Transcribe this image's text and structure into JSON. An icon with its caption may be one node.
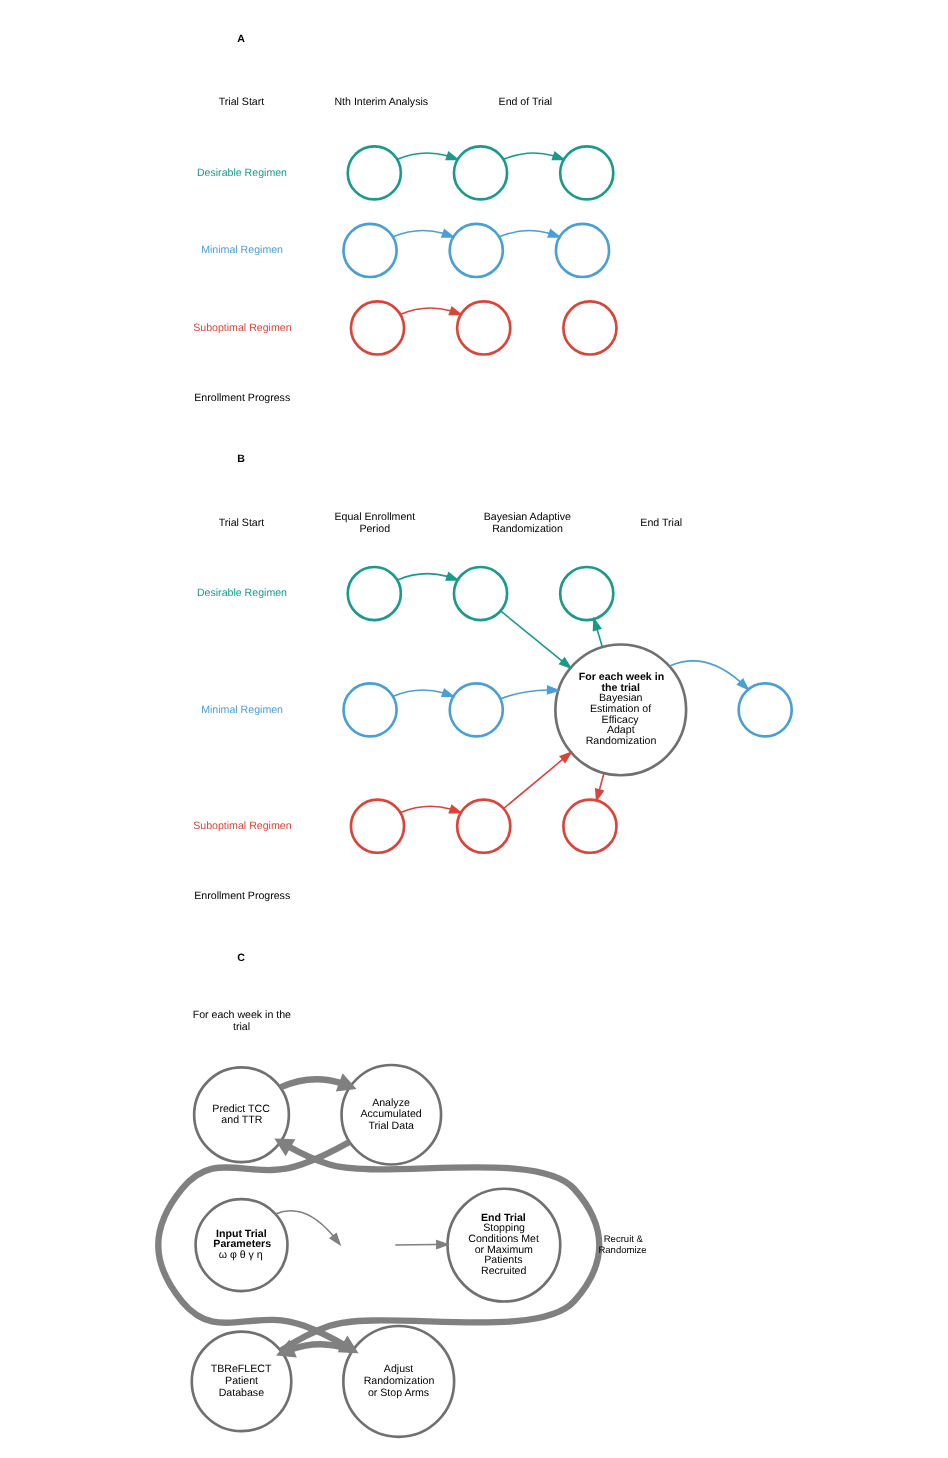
{
  "diagram": {
    "nodes": [
      {
        "text": [],
        "shape": "circle"
      },
      {
        "text": [],
        "shape": "circle"
      },
      {
        "text": [],
        "shape": "circle"
      },
      {
        "text": [],
        "shape": "circle"
      },
      {
        "text": [],
        "shape": "circle"
      },
      {
        "text": [],
        "shape": "circle"
      },
      {
        "text": [],
        "shape": "circle"
      },
      {
        "text": [],
        "shape": "circle"
      },
      {
        "text": [],
        "shape": "circle"
      },
      {
        "text": [],
        "shape": "circle"
      },
      {
        "text": [],
        "shape": "circle"
      },
      {
        "text": [],
        "shape": "circle"
      },
      {
        "text": [],
        "shape": "circle"
      },
      {
        "text": [],
        "shape": "circle"
      },
      {
        "text": [],
        "shape": "circle"
      },
      {
        "text": [],
        "shape": "circle"
      },
      {
        "text": [],
        "shape": "circle"
      },
      {
        "text": [],
        "shape": "circle"
      },
      {
        "text": [
          "For each week in the trial",
          "Bayesian Estimation of Efficacy",
          "Adapt Randomization"
        ]
      },
      {
        "text": [
          "Predict TCC and TTR"
        ]
      },
      {
        "text": [
          "Analyze Accumulated Trial Data"
        ]
      },
      {
        "text": [
          "Input Trial Parameters",
          "ω φ θ γ η"
        ]
      },
      {
        "text": [
          "End Trial",
          "Stopping Conditions Met or Maximum Patients Recruited"
        ]
      },
      {
        "text": [
          "TBReFLECT Patient Database"
        ]
      },
      {
        "text": [
          "Adjust Randomization or Stop Arms"
        ]
      }
    ],
    "edges": [
      {
        "from": 0,
        "to": 1,
        "arrow": "to",
        "color": "#1a9a8a"
      },
      {
        "from": 1,
        "to": 2,
        "arrow": "to",
        "color": "#1a9a8a"
      },
      {
        "from": 3,
        "to": 4,
        "arrow": "to",
        "color": "#4a9fd5"
      },
      {
        "from": 4,
        "to": 5,
        "arrow": "to",
        "color": "#4a9fd5"
      },
      {
        "from": 6,
        "to": 7,
        "arrow": "to",
        "color": "#d9453a"
      },
      {
        "from": 9,
        "to": 10,
        "arrow": "to",
        "color": "#1a9a8a"
      },
      {
        "from": 10,
        "to": 18,
        "arrow": "to",
        "color": "#1a9a8a"
      },
      {
        "from": 18,
        "to": 11,
        "arrow": "to",
        "color": "#1a9a8a"
      },
      {
        "from": 12,
        "to": 13,
        "arrow": "to",
        "color": "#4a9fd5"
      },
      {
        "from": 13,
        "to": 18,
        "arrow": "to",
        "color": "#4a9fd5"
      },
      {
        "from": 18,
        "to": 14,
        "arrow": "to",
        "color": "#4a9fd5"
      },
      {
        "from": 15,
        "to": 16,
        "arrow": "to",
        "color": "#d9453a"
      },
      {
        "from": 16,
        "to": 18,
        "arrow": "to",
        "color": "#d9453a"
      },
      {
        "from": 18,
        "to": 17,
        "arrow": "to",
        "color": "#d9453a"
      },
      {
        "from": 19,
        "to": 20,
        "arrow": "to",
        "style": "thick",
        "color": "#808080"
      },
      {
        "from": 20,
        "to": 24,
        "arrow": "to",
        "style": "thick",
        "color": "#808080"
      },
      {
        "from": 24,
        "to": 23,
        "arrow": "to",
        "style": "thick",
        "color": "#808080"
      },
      {
        "from": 23,
        "to": 19,
        "arrow": "to",
        "label": "Recruit & Randomize",
        "style": "thick",
        "color": "#808080"
      },
      {
        "from": 21,
        "to": null,
        "arrow": "to",
        "color": "#808080"
      },
      {
        "from": null,
        "to": 22,
        "arrow": "to",
        "color": "#808080"
      }
    ],
    "labels": [
      "A",
      "Trial Start",
      "Nth Interim Analysis",
      "End of Trial",
      "Desirable Regimen",
      "Minimal Regimen",
      "Suboptimal Regimen",
      "Enrollment Progress",
      "B",
      "Trial Start",
      "Equal Enrollment Period",
      "Bayesian Adaptive Randomization",
      "End Trial",
      "Desirable Regimen",
      "Minimal Regimen",
      "Suboptimal Regimen",
      "Enrollment Progress",
      "C",
      "For each week in the trial"
    ]
  }
}
